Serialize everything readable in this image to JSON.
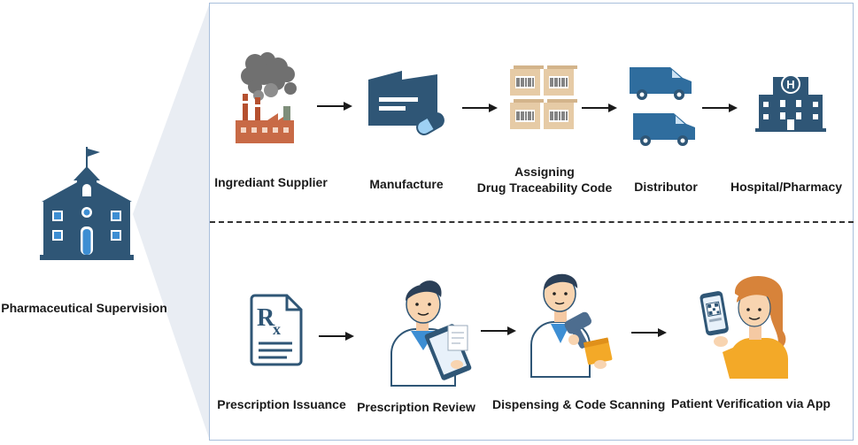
{
  "left": {
    "label": "Pharmaceutical Supervision",
    "icon": "school-building-icon"
  },
  "top_flow": [
    {
      "label": "Ingrediant Supplier",
      "icon": "factory-icon"
    },
    {
      "label": "Manufacture",
      "icon": "pill-box-icon"
    },
    {
      "label_line1": "Assigning",
      "label_line2": "Drug Traceability Code",
      "icon": "barcode-boxes-icon"
    },
    {
      "label": "Distributor",
      "icon": "delivery-van-icon"
    },
    {
      "label": "Hospital/Pharmacy",
      "icon": "hospital-icon"
    }
  ],
  "bottom_flow": [
    {
      "label": "Prescription Issuance",
      "icon": "prescription-document-icon"
    },
    {
      "label": "Prescription Review",
      "icon": "doctor-clipboard-icon"
    },
    {
      "label": "Dispensing & Code Scanning",
      "icon": "pharmacist-scanner-icon"
    },
    {
      "label": "Patient Verification via App",
      "icon": "patient-phone-icon"
    }
  ],
  "colors": {
    "icon_blue": "#2f5676",
    "panel_border": "#a9bfdc",
    "wedge": "#e6ebf2",
    "box": "#e2c9a5"
  }
}
